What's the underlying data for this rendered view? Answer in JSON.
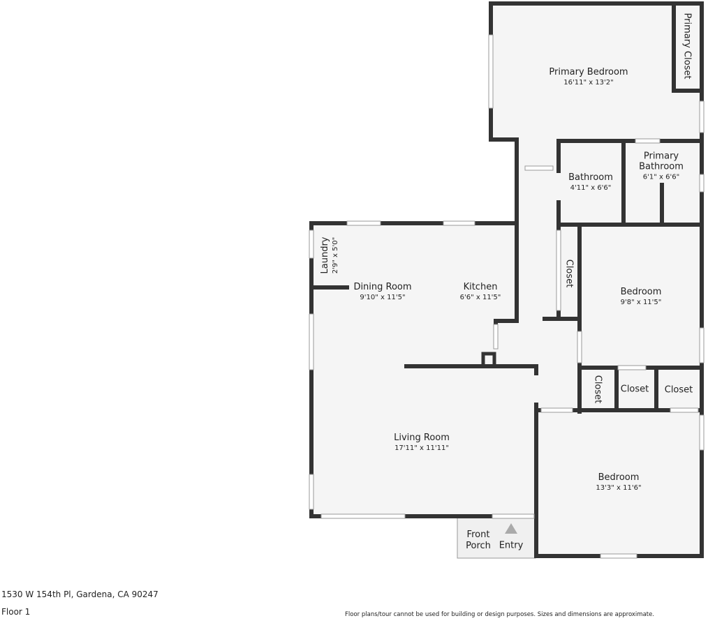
{
  "plan": {
    "address": "1530 W 154th Pl, Gardena, CA 90247",
    "floor": "Floor 1",
    "disclaimer": "Floor plans/tour cannot be used for building or design purposes. Sizes and dimensions are approximate.",
    "colors": {
      "wall": "#333333",
      "floor": "#f5f5f5",
      "porch": "#f0f0f0"
    },
    "rooms": {
      "primary_bedroom": {
        "name": "Primary Bedroom",
        "dims": "16'11\" x 13'2\""
      },
      "primary_closet": {
        "name": "Primary Closet"
      },
      "bathroom": {
        "name": "Bathroom",
        "dims": "4'11\" x 6'6\""
      },
      "primary_bathroom": {
        "name": "Primary Bathroom",
        "name1": "Primary",
        "name2": "Bathroom",
        "dims": "6'1\" x 6'6\""
      },
      "laundry": {
        "name": "Laundry",
        "dims": "2'9\" x 5'0\""
      },
      "dining_room": {
        "name": "Dining Room",
        "dims": "9'10\" x 11'5\""
      },
      "kitchen": {
        "name": "Kitchen",
        "dims": "6'6\" x 11'5\""
      },
      "hall_closet": {
        "name": "Closet"
      },
      "bedroom_1": {
        "name": "Bedroom",
        "dims": "9'8\" x 11'5\""
      },
      "closet_a": {
        "name": "Closet"
      },
      "closet_b": {
        "name": "Closet"
      },
      "closet_c": {
        "name": "Closet"
      },
      "living_room": {
        "name": "Living Room",
        "dims": "17'11\" x 11'11\""
      },
      "bedroom_2": {
        "name": "Bedroom",
        "dims": "13'3\" x 11'6\""
      },
      "front_porch": {
        "name1": "Front",
        "name2": "Porch"
      },
      "entry": {
        "name": "Entry"
      }
    }
  }
}
